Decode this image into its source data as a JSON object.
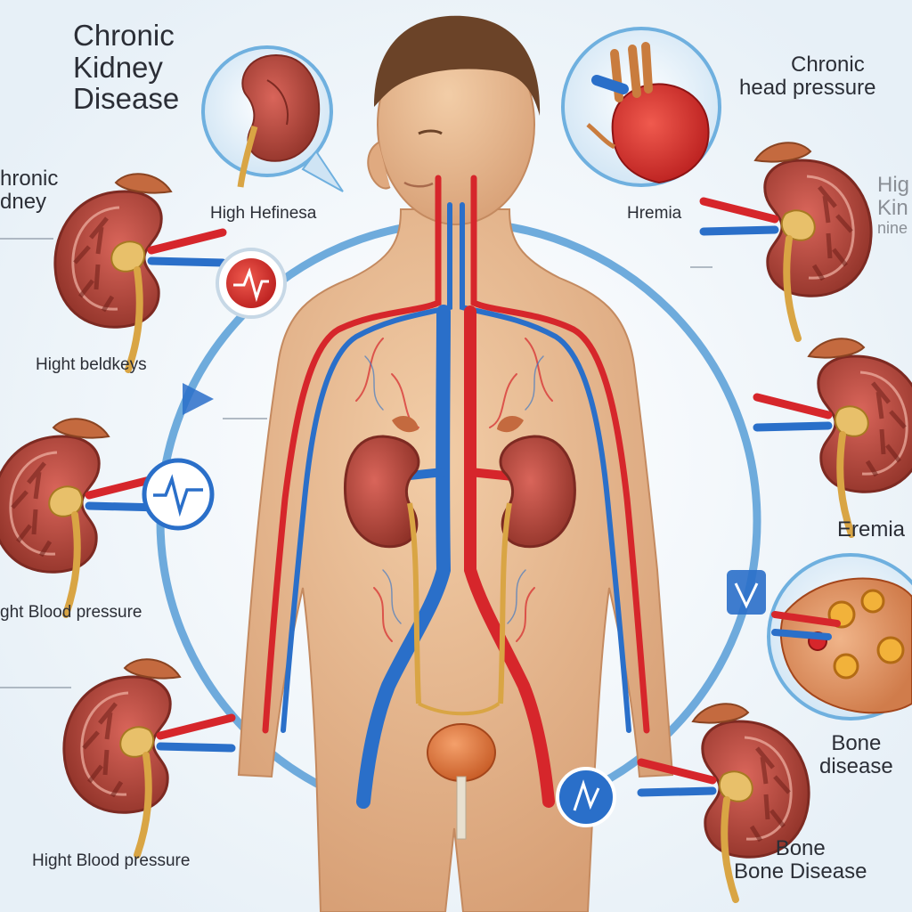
{
  "title": {
    "line1": "Chronic",
    "line2": "Kidney",
    "line3": "Disease"
  },
  "labels": {
    "top_left_callout": "High Hefinesa",
    "heart_callout": "Hremia",
    "top_right": {
      "line1": "Chronic",
      "line2": "head pressure"
    },
    "right_partial": {
      "line1": "Hig",
      "line2": "Kin",
      "line3": "nine"
    },
    "left_partial": {
      "line1": "hronic",
      "line2": "dney"
    },
    "left_kidney_1": "Hight beldkeys",
    "left_kidney_2": "ght Blood pressure",
    "left_kidney_3": "Hight Blood pressure",
    "right_kidney_2": "Eremia",
    "right_bone": {
      "line1": "Bone",
      "line2": "disease"
    },
    "bottom_right": {
      "line1": "Bone",
      "line2": "Bone Disease"
    }
  },
  "icons": {
    "badge_1": "heartbeat-icon",
    "badge_2": "ecg-pulse-icon",
    "badge_3": "lab-analysis-icon",
    "arrow_1": "flow-arrow-icon",
    "arrow_2": "flow-arrow-icon"
  },
  "colors": {
    "artery": "#d6262b",
    "vein": "#2a6fc9",
    "kidney": "#b8473a",
    "kidney_dark": "#7d2a22",
    "skin": "#e9b98f",
    "ring": "#5fa2d8",
    "ureter": "#d9a544"
  }
}
